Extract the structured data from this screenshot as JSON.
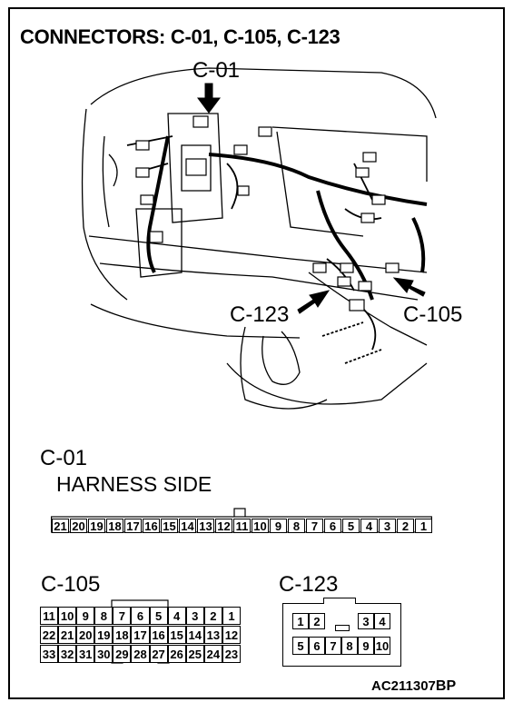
{
  "title": "CONNECTORS: C-01, C-105, C-123",
  "callouts": {
    "c01": "C-01",
    "c123": "C-123",
    "c105": "C-105"
  },
  "c01_section": {
    "label": "C-01",
    "subtitle": "HARNESS SIDE",
    "pins": [
      "21",
      "20",
      "19",
      "18",
      "17",
      "16",
      "15",
      "14",
      "13",
      "12",
      "11",
      "10",
      "9",
      "8",
      "7",
      "6",
      "5",
      "4",
      "3",
      "2",
      "1"
    ]
  },
  "c105_section": {
    "label": "C-105",
    "rows": [
      [
        "11",
        "10",
        "9",
        "8",
        "7",
        "6",
        "5",
        "4",
        "3",
        "2",
        "1"
      ],
      [
        "22",
        "21",
        "20",
        "19",
        "18",
        "17",
        "16",
        "15",
        "14",
        "13",
        "12"
      ],
      [
        "33",
        "32",
        "31",
        "30",
        "29",
        "28",
        "27",
        "26",
        "25",
        "24",
        "23"
      ]
    ]
  },
  "c123_section": {
    "label": "C-123",
    "top_row": [
      "1",
      "2",
      "",
      "",
      "3",
      "4"
    ],
    "bottom_row": [
      "5",
      "6",
      "7",
      "8",
      "9",
      "10"
    ]
  },
  "figure_code": {
    "main": "AC211307",
    "suffix": "BP"
  }
}
